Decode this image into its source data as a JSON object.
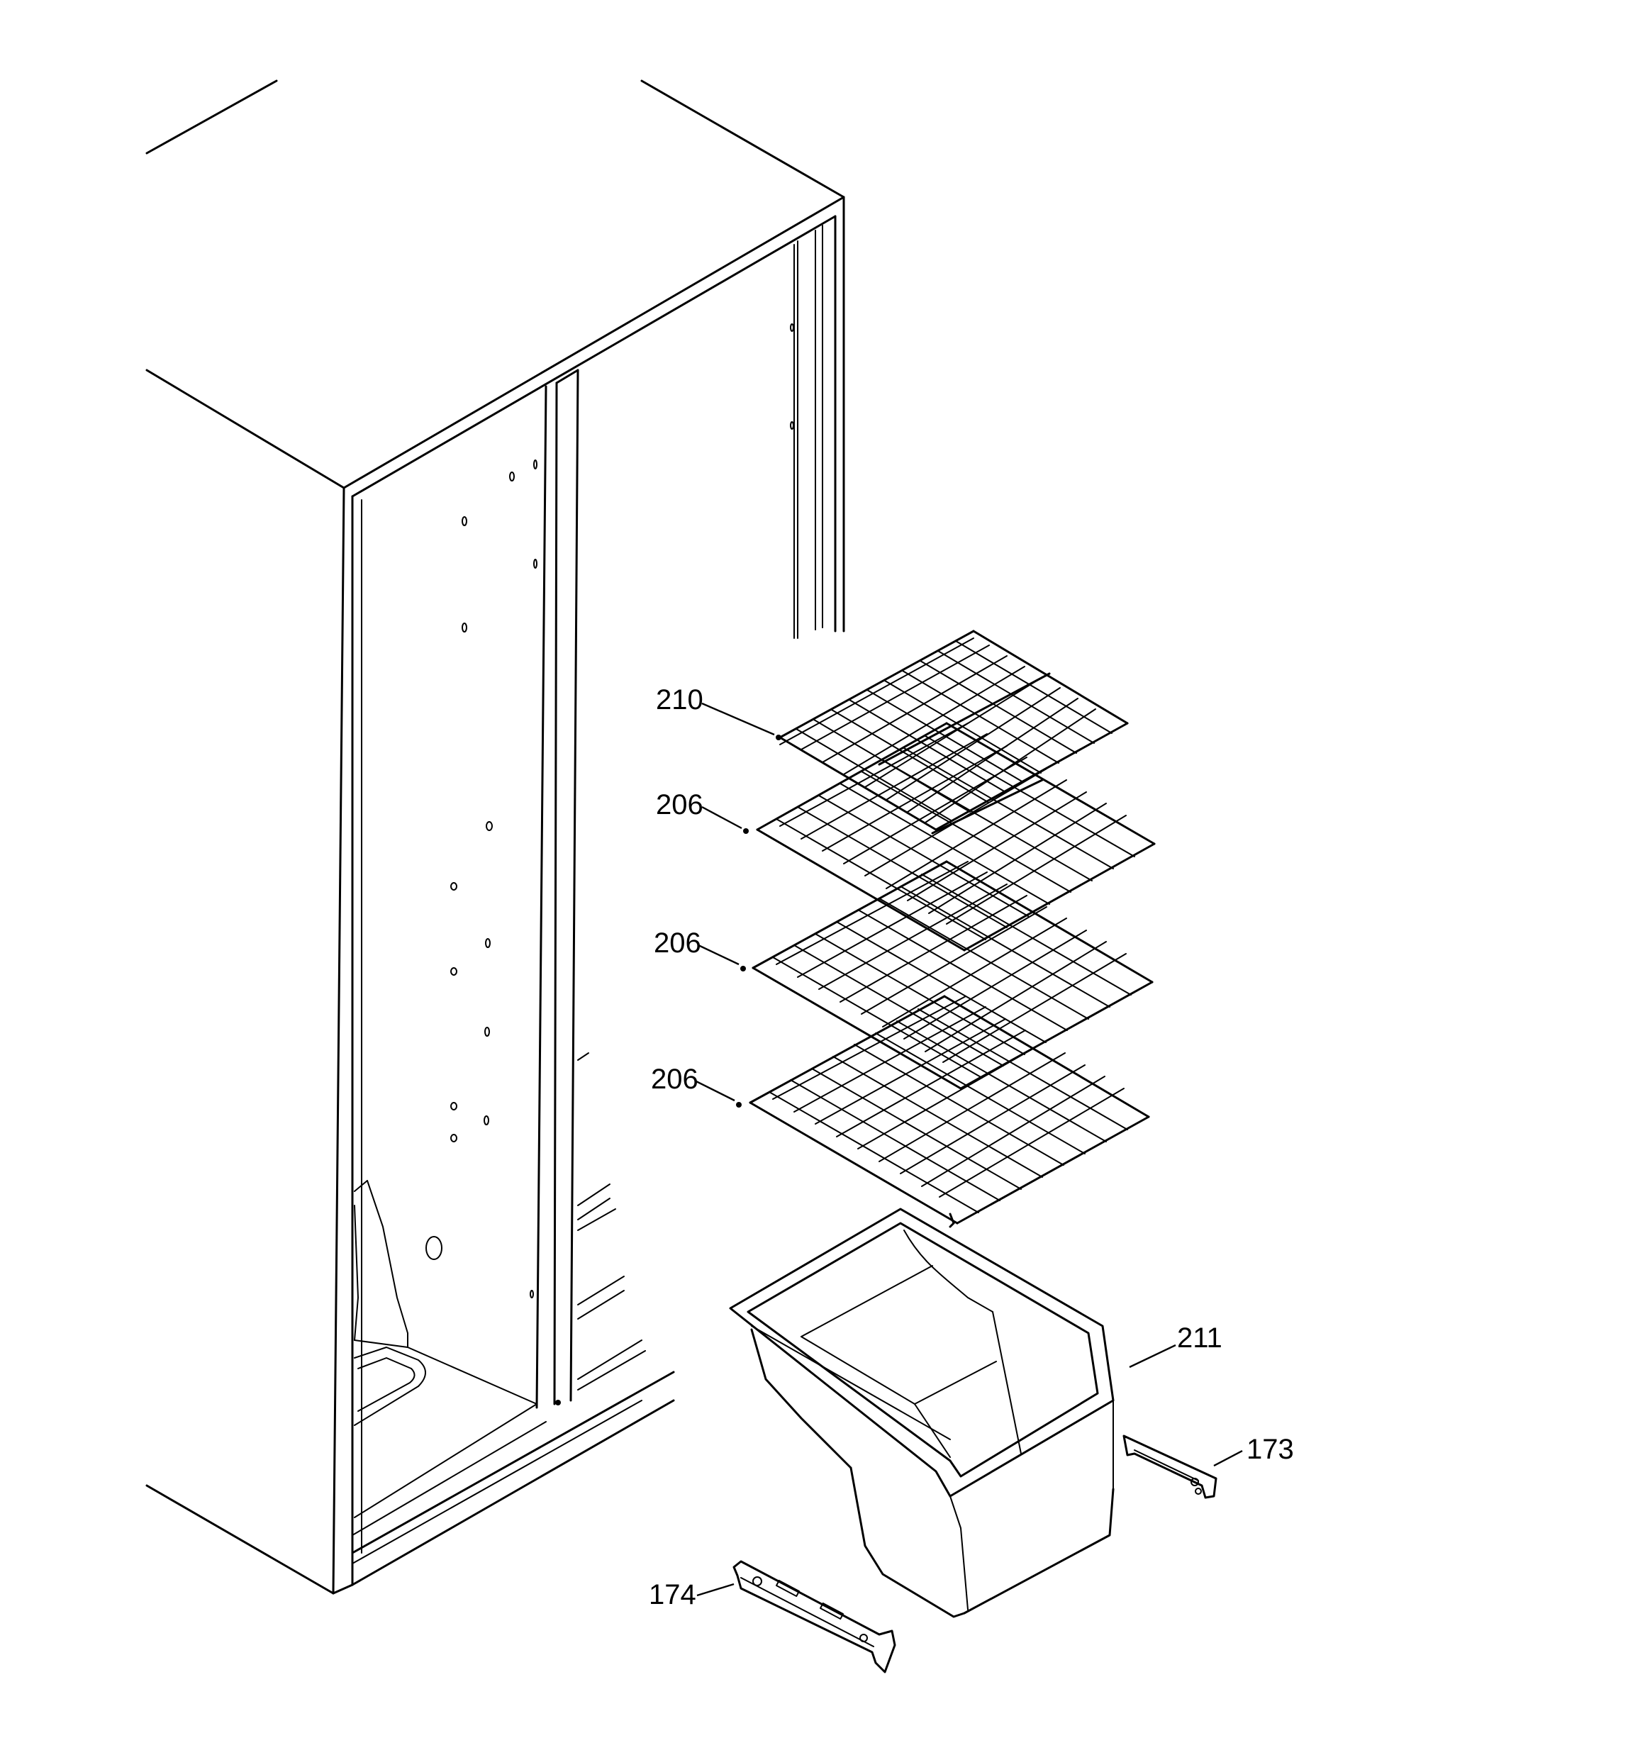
{
  "callouts": [
    {
      "id": "c210",
      "text": "210"
    },
    {
      "id": "c206a",
      "text": "206"
    },
    {
      "id": "c206b",
      "text": "206"
    },
    {
      "id": "c206c",
      "text": "206"
    },
    {
      "id": "c211",
      "text": "211"
    },
    {
      "id": "c173",
      "text": "173"
    },
    {
      "id": "c174",
      "text": "174"
    }
  ]
}
